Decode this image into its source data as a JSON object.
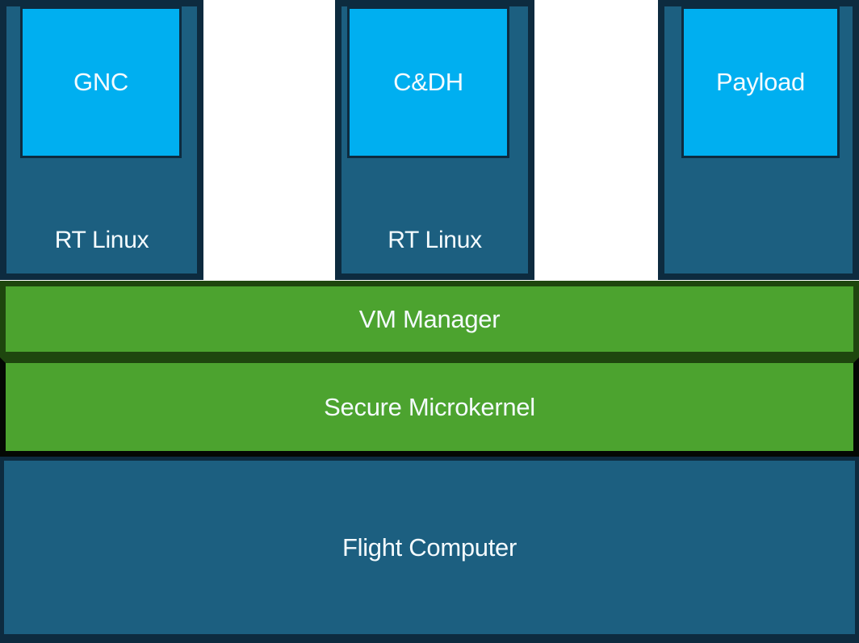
{
  "palette": {
    "background": "#ffffff",
    "navy_border": "#0d2b3f",
    "teal_fill": "#1c5f80",
    "light_blue": "#00aff0",
    "green_fill": "#4ca32f",
    "dark_green_border": "#1e460e",
    "black_border": "#040804",
    "text": "#f4fbfe"
  },
  "columns": [
    {
      "id": "gnc",
      "app_label": "GNC",
      "os_label": "RT Linux"
    },
    {
      "id": "cdh",
      "app_label": "C&DH",
      "os_label": "RT Linux"
    },
    {
      "id": "payload",
      "app_label": "Payload",
      "os_label": ""
    }
  ],
  "layers": {
    "vm_manager": "VM Manager",
    "microkernel": "Secure Microkernel",
    "flight_computer": "Flight Computer"
  }
}
